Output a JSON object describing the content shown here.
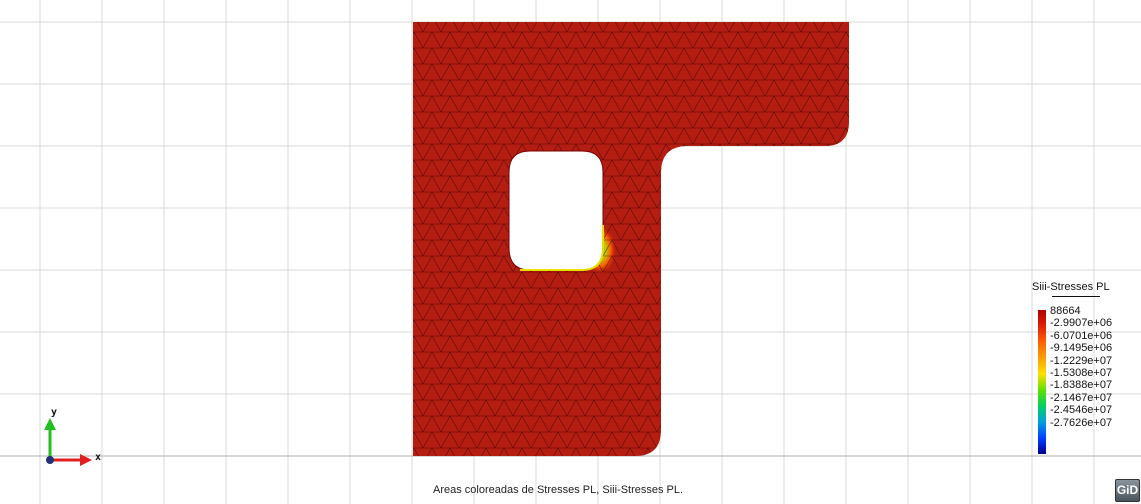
{
  "caption": "Areas coloreadas de Stresses PL, Siii-Stresses PL.",
  "legend": {
    "title": "Siii-Stresses PL",
    "labels": [
      "88664",
      "-2.9907e+06",
      "-6.0701e+06",
      "-9.1495e+06",
      "-1.2229e+07",
      "-1.5308e+07",
      "-1.8388e+07",
      "-2.1467e+07",
      "-2.4546e+07",
      "-2.7626e+07"
    ],
    "colors": [
      "#b00000",
      "#e02000",
      "#ff6000",
      "#ffa000",
      "#ffe000",
      "#60e000",
      "#00d060",
      "#00a0e0",
      "#0040ff",
      "#000090"
    ]
  },
  "axes": {
    "x": "x",
    "y": "y"
  },
  "logo": "GiD",
  "mesh": {
    "fill": "#b41e12",
    "edge": "#3a0000"
  }
}
